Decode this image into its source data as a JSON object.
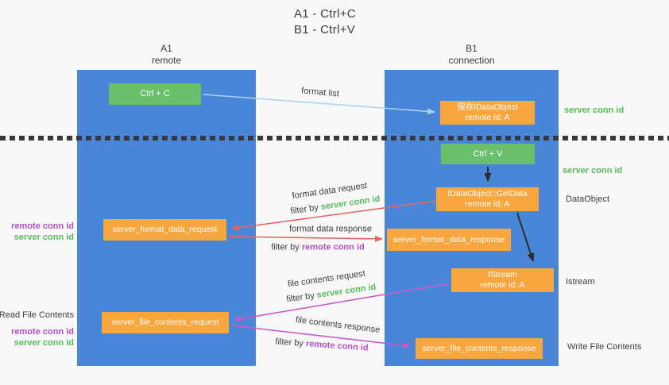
{
  "title": {
    "line1": "A1 - Ctrl+C",
    "line2": "B1 - Ctrl+V"
  },
  "lanes": {
    "a1": {
      "name": "A1",
      "subtitle": "remote"
    },
    "b1": {
      "name": "B1",
      "subtitle": "connection"
    }
  },
  "nodes": {
    "ctrl_c": {
      "label": "Ctrl + C"
    },
    "ctrl_v": {
      "label": "Ctrl + V"
    },
    "save_dataobject": {
      "line1": "保存IDataObject",
      "line2": "remote id: A"
    },
    "getdata": {
      "line1": "IDataObject::GetData",
      "line2": "remote id: A"
    },
    "istream": {
      "line1": "IStream",
      "line2": "remote id: A"
    },
    "format_request": {
      "label": "server_format_data_request"
    },
    "format_response": {
      "label": "server_format_data_response"
    },
    "file_request": {
      "label": "server_file_contents_request"
    },
    "file_response": {
      "label": "server_file_contents_response"
    }
  },
  "arrows": {
    "format_list": {
      "label": "format list"
    },
    "format_data_request": {
      "label": "format data request",
      "filter_prefix": "filter by ",
      "filter_key": "server conn id"
    },
    "format_data_response": {
      "label": "format data response",
      "filter_prefix": "filter by ",
      "filter_key": "remote conn id"
    },
    "file_contents_request": {
      "label": "file contents request",
      "filter_prefix": "filter by ",
      "filter_key": "server conn id"
    },
    "file_contents_response": {
      "label": "file contents response",
      "filter_prefix": "filter by ",
      "filter_key": "remote conn id"
    }
  },
  "annotations": {
    "right": {
      "server_conn_id_top": "server conn id",
      "server_conn_id_mid": "server conn id",
      "dataobject": "DataObject",
      "istream": "Istream",
      "write_file_contents": "Write File Contents"
    },
    "left": {
      "remote_conn_id_top": "remote conn id",
      "server_conn_id_top": "server conn id",
      "read_file_contents": "Read File Contents",
      "remote_conn_id_bottom": "remote conn id",
      "server_conn_id_bottom": "server conn id"
    }
  },
  "colors": {
    "lane_blue": "#4A86D8",
    "node_orange": "#F7A73E",
    "node_green": "#6ABF6C",
    "label_green": "#5BBA5D",
    "label_purple": "#B44FC9",
    "arrow_red": "#E8655F",
    "arrow_magenta": "#C95ACB",
    "arrow_blue": "#A5D5F2",
    "arrow_black": "#2B2B2B"
  }
}
